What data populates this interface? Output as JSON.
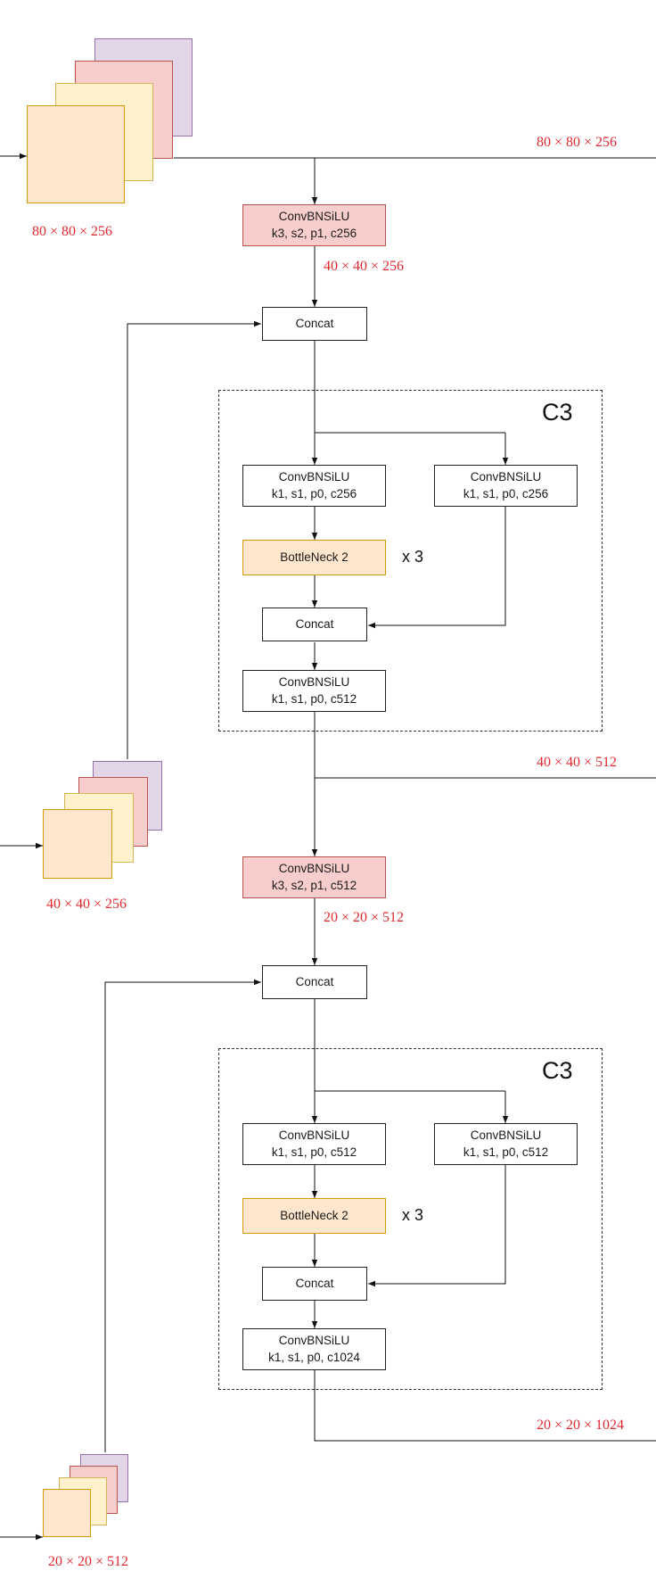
{
  "stage1": {
    "input_dim": "80 × 80 × 256",
    "output_dim": "80 × 80 × 256",
    "down_conv": {
      "name": "ConvBNSiLU",
      "params": "k3, s2, p1, c256"
    },
    "down_dim": "40 × 40 × 256",
    "concat": "Concat",
    "c3": {
      "label": "C3",
      "left_conv": {
        "name": "ConvBNSiLU",
        "params": "k1, s1, p0, c256"
      },
      "right_conv": {
        "name": "ConvBNSiLU",
        "params": "k1, s1, p0, c256"
      },
      "bottleneck": "BottleNeck 2",
      "repeat": "x 3",
      "concat": "Concat",
      "out_conv": {
        "name": "ConvBNSiLU",
        "params": "k1, s1, p0, c512"
      }
    },
    "c3_output_dim": "40 × 40 × 512",
    "skip_dim": "40 × 40 × 256"
  },
  "stage2": {
    "down_conv": {
      "name": "ConvBNSiLU",
      "params": "k3, s2, p1, c512"
    },
    "down_dim": "20 × 20 × 512",
    "concat": "Concat",
    "c3": {
      "label": "C3",
      "left_conv": {
        "name": "ConvBNSiLU",
        "params": "k1, s1, p0, c512"
      },
      "right_conv": {
        "name": "ConvBNSiLU",
        "params": "k1, s1, p0, c512"
      },
      "bottleneck": "BottleNeck 2",
      "repeat": "x 3",
      "concat": "Concat",
      "out_conv": {
        "name": "ConvBNSiLU",
        "params": "k1, s1, p0, c1024"
      }
    },
    "c3_output_dim": "20 × 20 × 1024",
    "skip_dim": "20 × 20 × 512"
  },
  "colors": {
    "conv_red_fill": "#f8cecc",
    "bottleneck_fill": "#ffe6cc",
    "dimension_text": "#e0282e",
    "tensor_layers": [
      "#e1d5e7",
      "#f8cecc",
      "#fff2cc",
      "#ffe6cc"
    ]
  }
}
